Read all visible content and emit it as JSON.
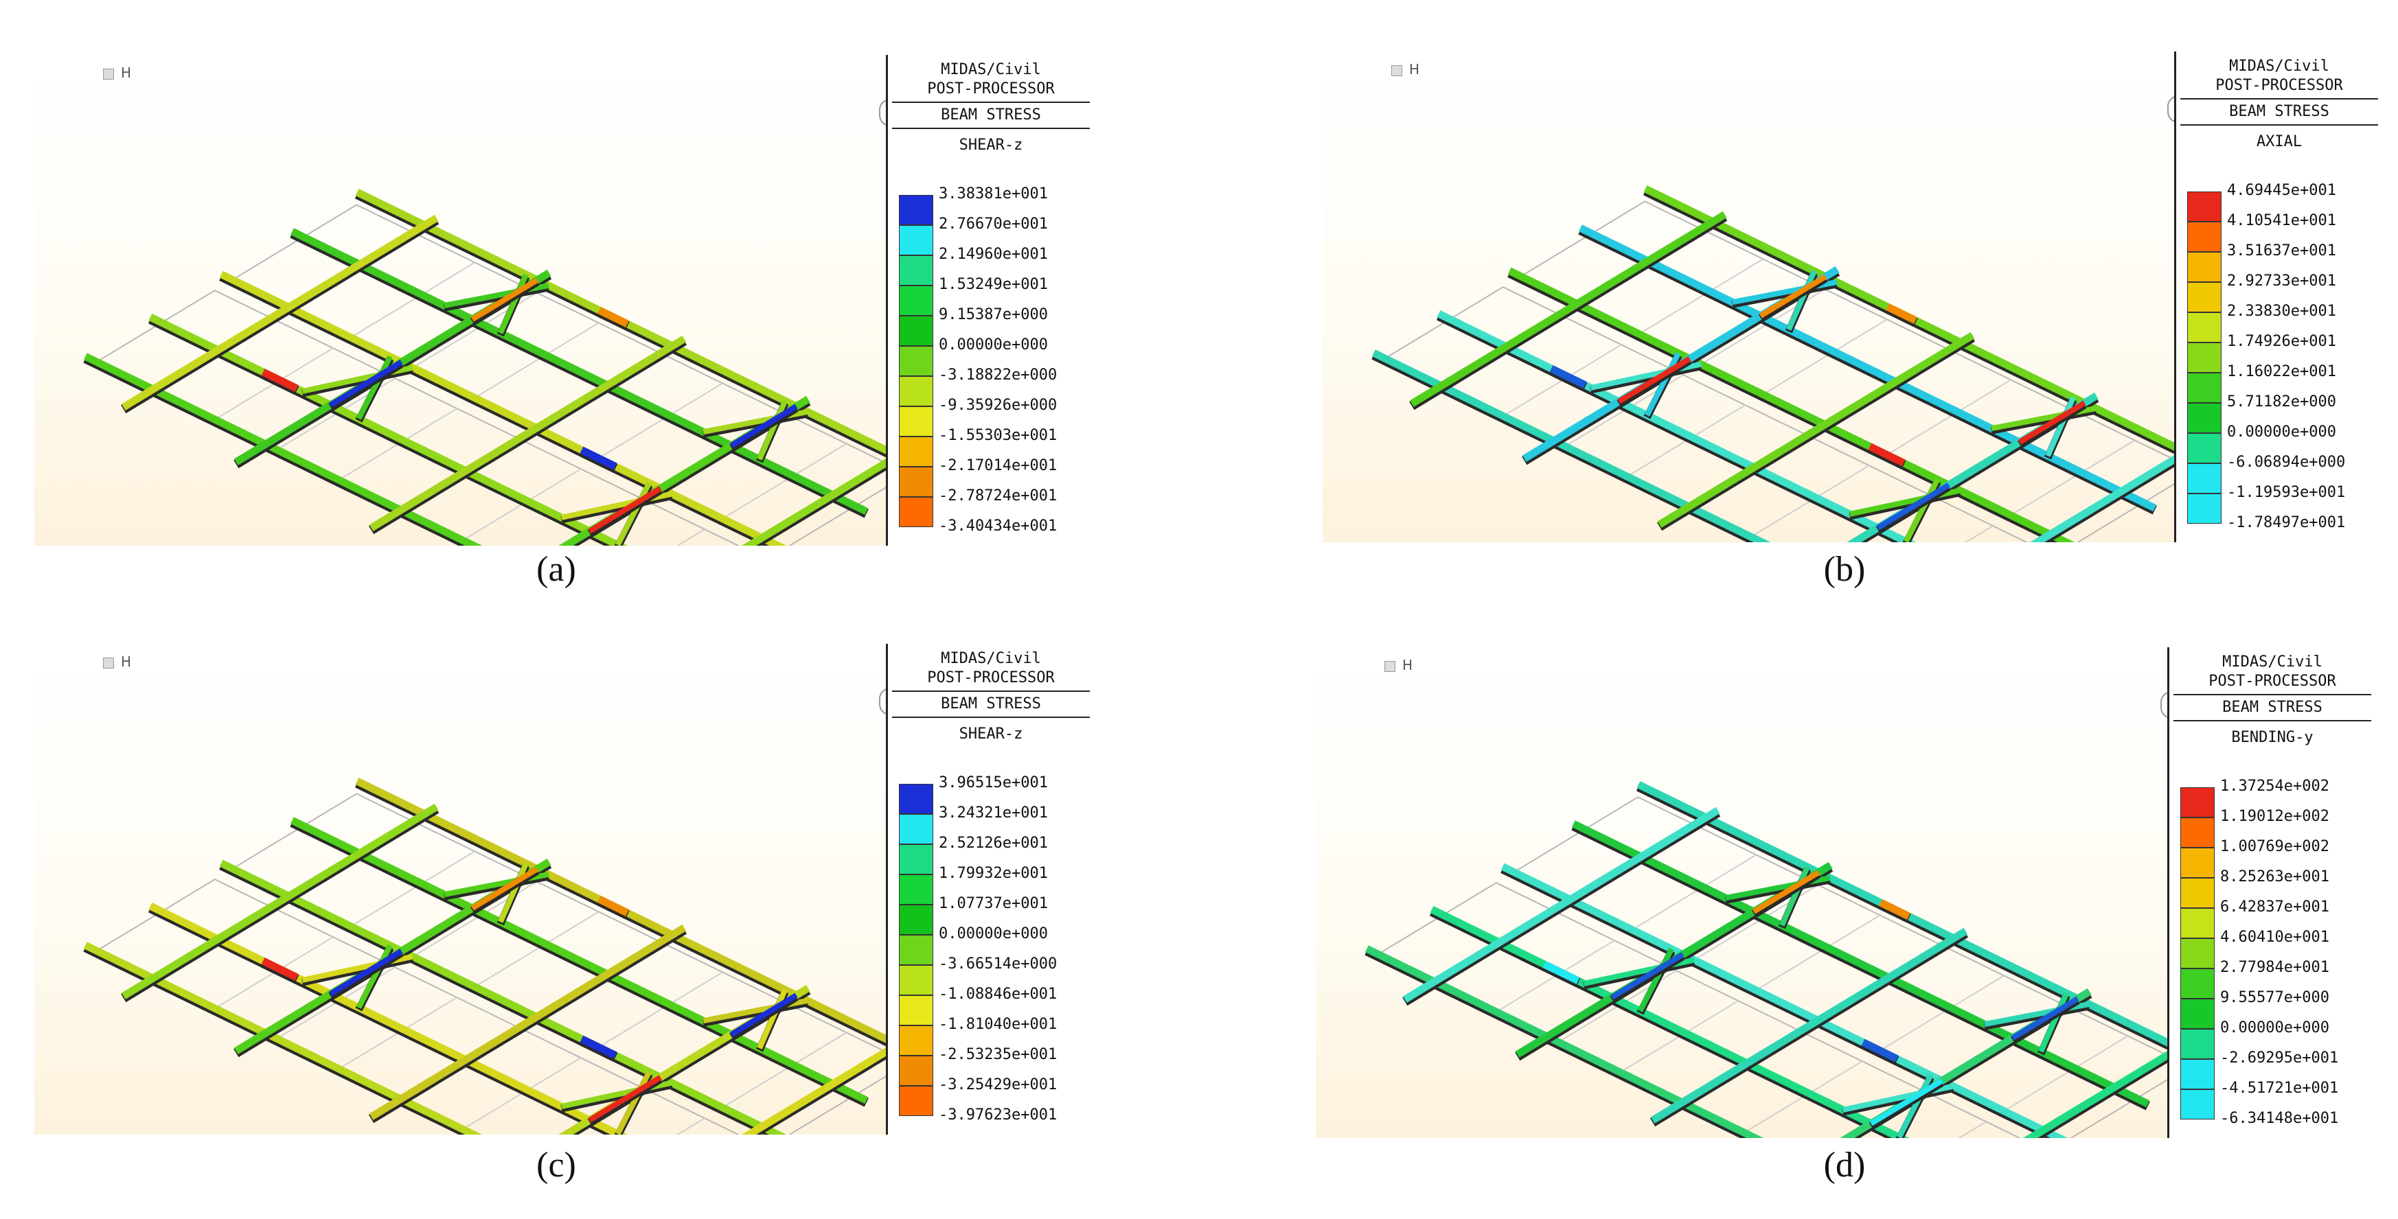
{
  "panels": [
    {
      "caption": "(a)",
      "legend": {
        "software": "MIDAS/Civil",
        "processor": "POST-PROCESSOR",
        "result": "BEAM STRESS",
        "component": "SHEAR-z",
        "values": [
          "3.38381e+001",
          "2.76670e+001",
          "2.14960e+001",
          "1.53249e+001",
          "9.15387e+000",
          "0.00000e+000",
          "-3.18822e+000",
          "-9.35926e+000",
          "-1.55303e+001",
          "-2.17014e+001",
          "-2.78724e+001",
          "-3.40434e+001"
        ],
        "colors": [
          "#1a2fd6",
          "#22e6f0",
          "#1fdc84",
          "#16d43a",
          "#12c21a",
          "#6fd41c",
          "#b9e21a",
          "#e8e81a",
          "#f5b500",
          "#f08a00",
          "#ff6a00",
          "#e8281a"
        ]
      },
      "beam_colors": [
        "#52cf1a",
        "#8fd81c",
        "#c8d81e",
        "#3fc820",
        "#a6d61d"
      ],
      "accent_colors": [
        "#1a2fd6",
        "#e8281a",
        "#f08a00"
      ]
    },
    {
      "caption": "(b)",
      "legend": {
        "software": "MIDAS/Civil",
        "processor": "POST-PROCESSOR",
        "result": "BEAM STRESS",
        "component": "AXIAL",
        "values": [
          "4.69445e+001",
          "4.10541e+001",
          "3.51637e+001",
          "2.92733e+001",
          "2.33830e+001",
          "1.74926e+001",
          "1.16022e+001",
          "5.71182e+000",
          "0.00000e+000",
          "-6.06894e+000",
          "-1.19593e+001",
          "-1.78497e+001"
        ],
        "colors": [
          "#e8281a",
          "#ff6a00",
          "#f5b500",
          "#f0c800",
          "#c8e21a",
          "#8ad81a",
          "#3ccf22",
          "#18c82a",
          "#1adc8a",
          "#22e6f0",
          "#22e6f0",
          "#2a6fe0"
        ]
      },
      "beam_colors": [
        "#2fd6b4",
        "#3fe0c8",
        "#52cf1a",
        "#26c9e0",
        "#6fd41c"
      ],
      "accent_colors": [
        "#e8281a",
        "#1a5ad6",
        "#f08a00"
      ]
    },
    {
      "caption": "(c)",
      "legend": {
        "software": "MIDAS/Civil",
        "processor": "POST-PROCESSOR",
        "result": "BEAM STRESS",
        "component": "SHEAR-z",
        "values": [
          "3.96515e+001",
          "3.24321e+001",
          "2.52126e+001",
          "1.79932e+001",
          "1.07737e+001",
          "0.00000e+000",
          "-3.66514e+000",
          "-1.08846e+001",
          "-1.81040e+001",
          "-2.53235e+001",
          "-3.25429e+001",
          "-3.97623e+001"
        ],
        "colors": [
          "#1a2fd6",
          "#22e6f0",
          "#1fdc84",
          "#16d43a",
          "#12c21a",
          "#6fd41c",
          "#b9e21a",
          "#e8e81a",
          "#f5b500",
          "#f08a00",
          "#ff6a00",
          "#e8281a"
        ]
      },
      "beam_colors": [
        "#b9d81e",
        "#d6d81e",
        "#8fd81c",
        "#52cf1a",
        "#c8c81e"
      ],
      "accent_colors": [
        "#1a2fd6",
        "#e8281a",
        "#f08a00"
      ]
    },
    {
      "caption": "(d)",
      "legend": {
        "software": "MIDAS/Civil",
        "processor": "POST-PROCESSOR",
        "result": "BEAM STRESS",
        "component": "BENDING-y",
        "values": [
          "1.37254e+002",
          "1.19012e+002",
          "1.00769e+002",
          "8.25263e+001",
          "6.42837e+001",
          "4.60410e+001",
          "2.77984e+001",
          "9.55577e+000",
          "0.00000e+000",
          "-2.69295e+001",
          "-4.51721e+001",
          "-6.34148e+001"
        ],
        "colors": [
          "#e8281a",
          "#ff6a00",
          "#f5b500",
          "#f0c800",
          "#c8e21a",
          "#8ad81a",
          "#3ccf22",
          "#18c82a",
          "#1adc8a",
          "#22e6f0",
          "#22e6f0",
          "#2a6fe0"
        ]
      },
      "beam_colors": [
        "#2fd070",
        "#1fdc84",
        "#3fe0c8",
        "#22c83a",
        "#2fd6b4"
      ],
      "accent_colors": [
        "#1a5ad6",
        "#22e6f0",
        "#f08a00"
      ]
    }
  ]
}
